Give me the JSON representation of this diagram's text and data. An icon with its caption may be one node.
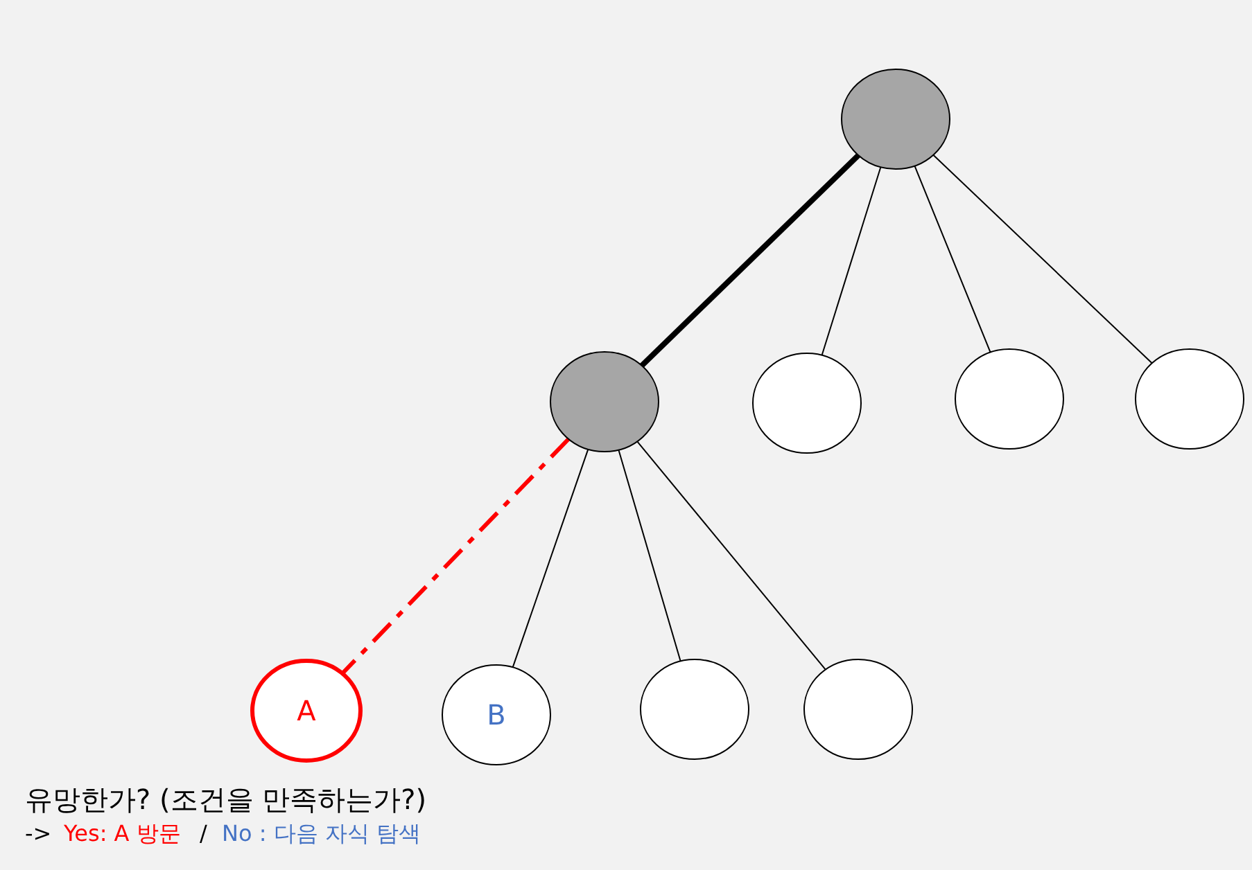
{
  "diagram": {
    "nodes": [
      {
        "text": [],
        "shape": "circle"
      },
      {
        "text": [],
        "shape": "circle"
      },
      {
        "text": [],
        "shape": "circle"
      },
      {
        "text": [],
        "shape": "circle"
      },
      {
        "text": [],
        "shape": "circle"
      },
      {
        "text": [
          "A"
        ]
      },
      {
        "text": [
          "B"
        ]
      },
      {
        "text": [],
        "shape": "circle"
      },
      {
        "text": [],
        "shape": "circle"
      }
    ],
    "edges": [
      {
        "from": 0,
        "to": 1,
        "arrow": "none",
        "style": "thick"
      },
      {
        "from": 0,
        "to": 2,
        "arrow": "none"
      },
      {
        "from": 0,
        "to": 3,
        "arrow": "none"
      },
      {
        "from": 0,
        "to": 4,
        "arrow": "none"
      },
      {
        "from": 1,
        "to": 5,
        "arrow": "none",
        "style": "dashed",
        "color": "#ff0000"
      },
      {
        "from": 1,
        "to": 6,
        "arrow": "none"
      },
      {
        "from": 1,
        "to": 7,
        "arrow": "none"
      },
      {
        "from": 1,
        "to": 8,
        "arrow": "none"
      }
    ],
    "labels": [
      "유망한가? (조건을 만족하는가?)",
      "->",
      "Yes: A 방문",
      "/",
      "No : 다음 자식 탐색"
    ]
  }
}
